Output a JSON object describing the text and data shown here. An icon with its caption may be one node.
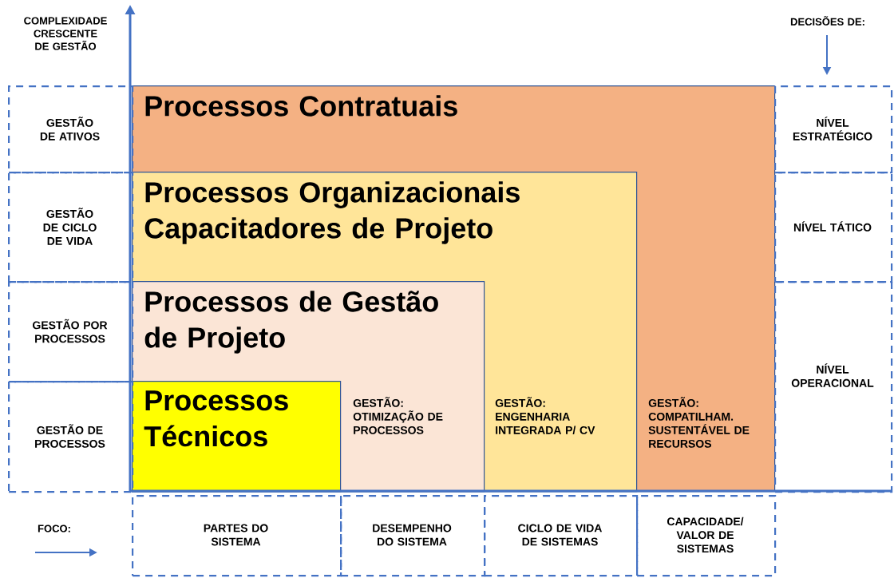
{
  "diagram": {
    "nodes": [
      {
        "text": [
          "Processos Contratuais",
          "GESTÃO: COMPATILHAM. SUSTENTÁVEL DE RECURSOS"
        ]
      },
      {
        "text": [
          "Processos Organizacionais Capacitadores de Projeto",
          "GESTÃO: ENGENHARIA INTEGRADA P/ CV"
        ],
        "in": 0
      },
      {
        "text": [
          "Processos de Gestão de Projeto",
          "GESTÃO: OTIMIZAÇÃO DE PROCESSOS"
        ],
        "in": 1
      },
      {
        "text": [
          "Processos Técnicos"
        ],
        "in": 2
      },
      {
        "text": [
          "GESTÃO DE ATIVOS"
        ]
      },
      {
        "text": [
          "GESTÃO DE CICLO DE VIDA"
        ]
      },
      {
        "text": [
          "GESTÃO POR PROCESSOS"
        ]
      },
      {
        "text": [
          "GESTÃO DE PROCESSOS"
        ]
      },
      {
        "text": [
          "NÍVEL ESTRATÉGICO"
        ]
      },
      {
        "text": [
          "NÍVEL TÁTICO"
        ]
      },
      {
        "text": [
          "NÍVEL OPERACIONAL"
        ]
      },
      {
        "text": [
          "PARTES DO SISTEMA"
        ]
      },
      {
        "text": [
          "DESEMPENHO DO SISTEMA"
        ]
      },
      {
        "text": [
          "CICLO DE VIDA DE SISTEMAS"
        ]
      },
      {
        "text": [
          "CAPACIDADE/ VALOR DE SISTEMAS"
        ]
      }
    ],
    "labels": [
      "COMPLEXIDADE CRESCENTE DE GESTÃO",
      "DECISÕES DE:",
      "FOCO:"
    ]
  }
}
